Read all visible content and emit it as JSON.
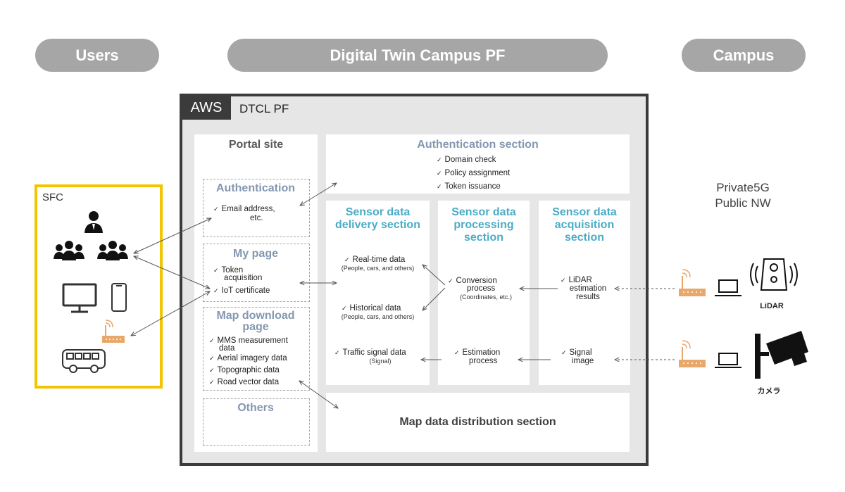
{
  "headers": {
    "users": "Users",
    "platform": "Digital Twin Campus PF",
    "campus": "Campus"
  },
  "aws": {
    "tag": "AWS",
    "label": "DTCL PF"
  },
  "portal": {
    "title": "Portal site",
    "authentication": {
      "title": "Authentication",
      "items": [
        "Email address,",
        "etc."
      ]
    },
    "mypage": {
      "title": "My page",
      "items": [
        "Token",
        "acquisition",
        "IoT certificate"
      ]
    },
    "mapdownload": {
      "title": "Map download",
      "title2": "page",
      "items": [
        "MMS measurement",
        "data",
        "Aerial imagery data",
        "Topographic data",
        "Road vector data"
      ]
    },
    "others": {
      "title": "Others"
    }
  },
  "auth_section": {
    "title": "Authentication section",
    "items": [
      "Domain check",
      "Policy assignment",
      "Token issuance"
    ]
  },
  "delivery": {
    "title": [
      "Sensor data",
      "delivery section"
    ],
    "realtime": "Real-time data",
    "realtime_sub": "(People, cars, and others)",
    "historical": "Historical data",
    "historical_sub": "(People, cars, and others)",
    "traffic": "Traffic signal data",
    "traffic_sub": "(Signal)"
  },
  "processing": {
    "title": [
      "Sensor data",
      "processing",
      "section"
    ],
    "conversion": [
      "Conversion",
      "process"
    ],
    "conversion_sub": "(Coordinates, etc.)",
    "estimation": [
      "Estimation",
      "process"
    ]
  },
  "acquisition": {
    "title": [
      "Sensor data",
      "acquisition",
      "section"
    ],
    "lidar": [
      "LiDAR",
      "estimation",
      "results"
    ],
    "signal": [
      "Signal",
      "image"
    ]
  },
  "map_section": {
    "title": "Map data distribution section"
  },
  "sfc": {
    "label": "SFC"
  },
  "network": {
    "line1": "Private5G",
    "line2": "Public NW"
  },
  "devices": {
    "lidar": "LiDAR",
    "camera": "カメラ"
  },
  "colors": {
    "pill": "#a6a6a6",
    "aws_frame": "#3b3b3b",
    "portal_title": "#8497b0",
    "sensor_title": "#4bacc6",
    "sfc_border": "#f2c500",
    "router": "#e8a86b"
  }
}
